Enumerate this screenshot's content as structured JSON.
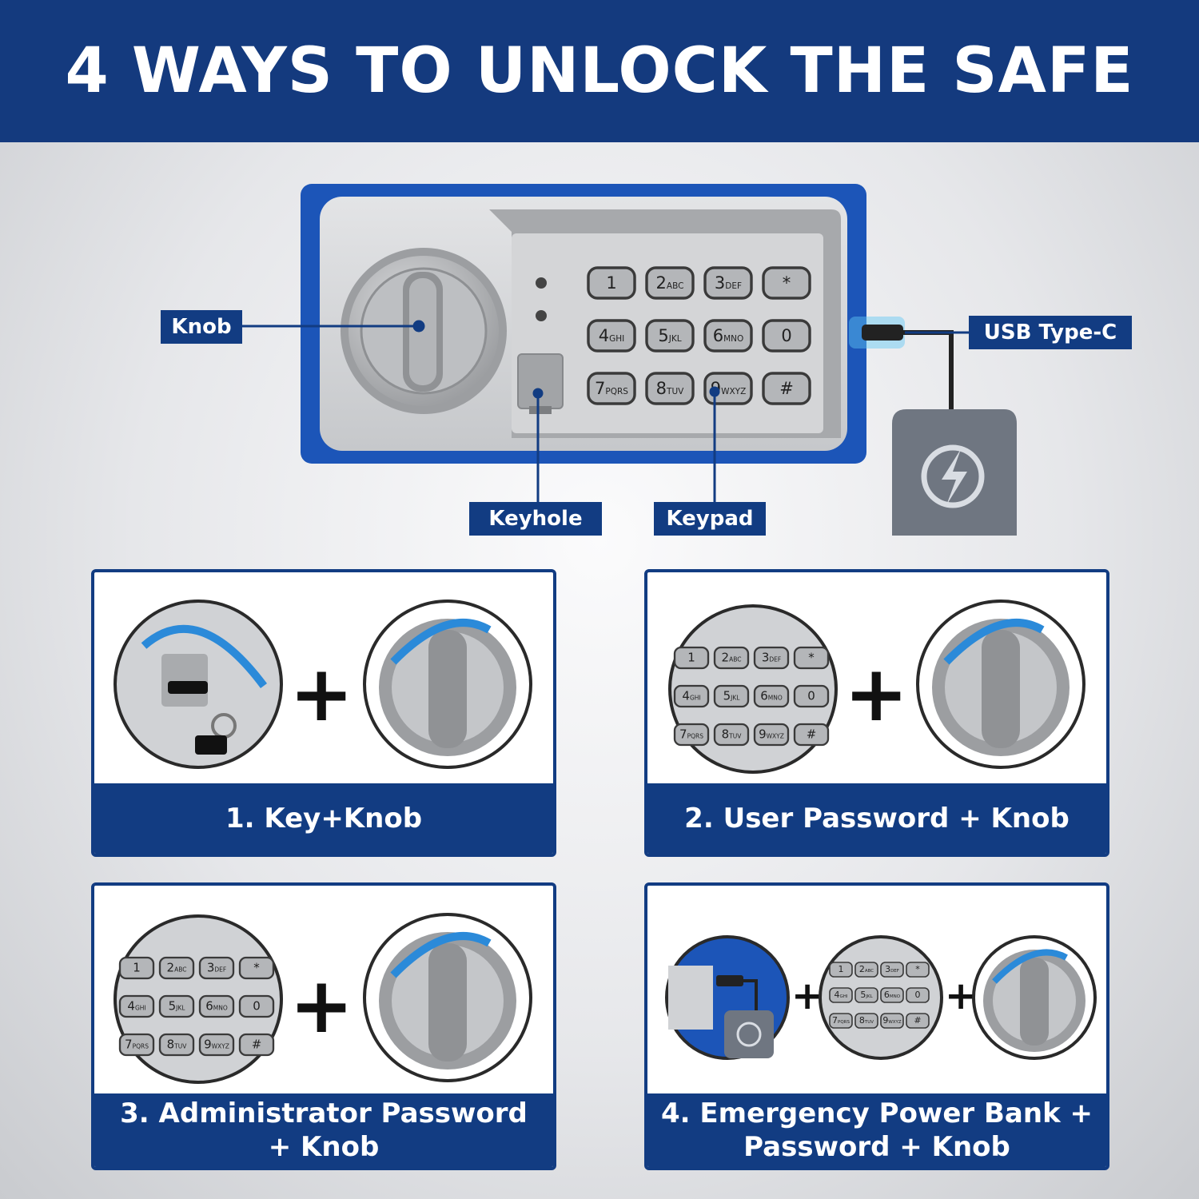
{
  "header": {
    "title": "4 WAYS TO UNLOCK THE SAFE"
  },
  "labels": {
    "knob": "Knob",
    "usb": "USB Type-C",
    "keyhole": "Keyhole",
    "keypad": "Keypad"
  },
  "keypad": {
    "keys": [
      [
        "1",
        ""
      ],
      [
        "2",
        "ABC"
      ],
      [
        "3",
        "DEF"
      ],
      [
        "*",
        ""
      ],
      [
        "4",
        "GHI"
      ],
      [
        "5",
        "JKL"
      ],
      [
        "6",
        "MNO"
      ],
      [
        "0",
        ""
      ],
      [
        "7",
        "PQRS"
      ],
      [
        "8",
        "TUV"
      ],
      [
        "9",
        "WXYZ"
      ],
      [
        "#",
        ""
      ]
    ]
  },
  "methods": [
    {
      "caption": "1. Key+Knob"
    },
    {
      "caption": "2. User Password + Knob"
    },
    {
      "caption": "3. Administrator Password\n+ Knob"
    },
    {
      "caption": "4. Emergency Power Bank +\nPassword + Knob"
    }
  ],
  "plus_sign": "+",
  "colors": {
    "brand_blue": "#143a7e",
    "safe_blue": "#1c55b8",
    "panel_gray": "#cfd1d4"
  }
}
